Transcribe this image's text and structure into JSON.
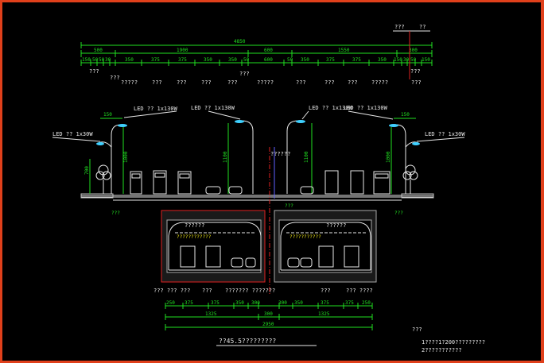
{
  "top_right": {
    "label_a": "???",
    "label_b": "??"
  },
  "top_dims": {
    "overall": "4850",
    "row1": [
      "500",
      "1900",
      "600",
      "1550",
      "300"
    ],
    "row2": [
      "150",
      "50",
      "50",
      "30",
      "350",
      "375",
      "375",
      "350",
      "350",
      "50",
      "600",
      "50",
      "350",
      "375",
      "375",
      "350",
      "150",
      "30",
      "50",
      "150"
    ]
  },
  "top_labels": [
    "???",
    "???",
    "?????",
    "???",
    "???",
    "???",
    "???",
    "???",
    "?????",
    "???",
    "???",
    "???",
    "?????",
    "???",
    "???"
  ],
  "lamps": [
    "LED ?? 1x130W",
    "LED ?? 1x130W",
    "LED ?? 1x130W",
    "LED ?? 1x130W",
    "LED ?? 1x30W",
    "LED ?? 1x30W"
  ],
  "pole_dims": {
    "arm_left": "150",
    "arm_right": "150",
    "pole_a": "1000",
    "pole_b": "1100",
    "pole_c": "1100",
    "pole_d": "1000",
    "tree_h": "700"
  },
  "median_label": "??????",
  "ground_labels": [
    "???",
    "???",
    "???"
  ],
  "tunnel": {
    "left_title": "??????",
    "left_lamp_row": "????????????",
    "right_title": "??????",
    "right_lamp_row": "???????????"
  },
  "bottom_labels": [
    "??? ??? ???",
    "???",
    "??????? ???????",
    "???",
    "??? ????"
  ],
  "bottom_dims": {
    "row1": [
      "250",
      "375",
      "375",
      "350",
      "300",
      "300",
      "350",
      "375",
      "375",
      "250"
    ],
    "row2": [
      "1325",
      "300",
      "1325"
    ],
    "overall": "2950"
  },
  "caption": "??45.5?????????",
  "notes": {
    "heading": "???",
    "line1": "1????1?200?????????",
    "line2": "2???????????"
  }
}
